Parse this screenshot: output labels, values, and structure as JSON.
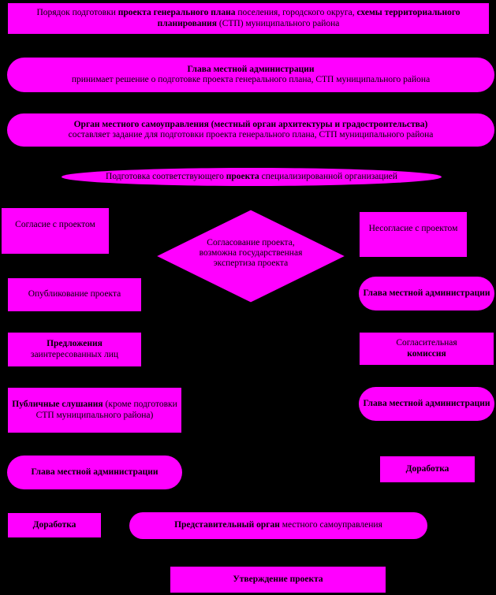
{
  "header": {
    "part1": "Порядок подготовки ",
    "bold1": "проекта генерального плана",
    "part2": " поселения, городского округа, ",
    "bold2": "схемы территориального планирования",
    "part3": " (СТП) муниципального района"
  },
  "glava_decision": {
    "title": "Глава местной администрации",
    "text": "принимает решение о подготовке проекта генерального плана, СТП муниципального района"
  },
  "organ_msu": {
    "title": "Орган местного самоуправления (местный орган архитектуры и градостроительства)",
    "text": "составляет задание для подготовки проекта генерального плана, СТП муниципального района"
  },
  "preparation": {
    "part1": "Подготовка соответствующего ",
    "bold": "проекта",
    "part2": " специализированной организацией"
  },
  "agree": "Согласие с проектом",
  "disagree": "Несогласие с проектом",
  "diamond": "Согласование проекта, возможна государственная экспертиза проекта",
  "publication": "Опубликование проекта",
  "glava_right_1": "Глава местной администрации",
  "proposals": {
    "title": "Предложения",
    "text": "заинтересованных лиц"
  },
  "commission": {
    "text": "Согласительная",
    "title": "комиссия"
  },
  "hearings": {
    "title": "Публичные слушания",
    "text": " (кроме подготовки СТП муниципального района)"
  },
  "glava_right_2": "Глава местной администрации",
  "glava_left": "Глава местной администрации",
  "dorabotka_right": "Доработка",
  "dorabotka_left": "Доработка",
  "representative": {
    "title": "Представительный орган",
    "text": " местного самоуправления"
  },
  "approval": "Утверждение проекта"
}
